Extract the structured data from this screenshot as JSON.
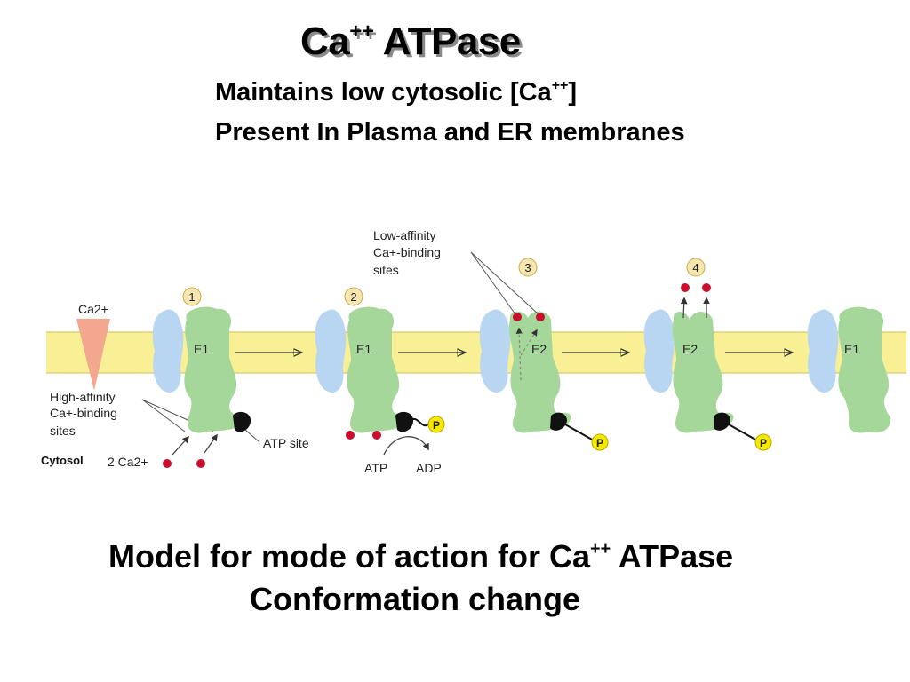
{
  "title": {
    "main": "Ca",
    "sup": "++",
    "rest": " ATPase"
  },
  "bullets": [
    {
      "pre": "Maintains low cytosolic [Ca",
      "sup": "++",
      "post": "]"
    },
    {
      "pre": "Present In Plasma and ER membranes",
      "sup": "",
      "post": ""
    }
  ],
  "diagram": {
    "labels": {
      "ca_top": "Ca2+",
      "high_affinity": [
        "High-affinity",
        "Ca+-binding",
        "sites"
      ],
      "low_affinity": [
        "Low-affinity",
        "Ca+-binding",
        "sites"
      ],
      "cytosol": "Cytosol",
      "two_ca": "2 Ca2+",
      "atp_site": "ATP site",
      "atp": "ATP",
      "adp": "ADP",
      "phosphate": "P"
    },
    "steps": [
      "1",
      "2",
      "3",
      "4"
    ],
    "states": [
      "E1",
      "E1",
      "E2",
      "E2",
      "E1"
    ],
    "colors": {
      "membrane": "#f9f095",
      "protein": "#a6d79a",
      "helix": "#b8d6f1",
      "calcium": "#c8102e",
      "phosphate": "#f5e900",
      "gradient": "#f4a78f",
      "step_circle": "#f6e7b2"
    }
  },
  "caption": [
    {
      "pre": "Model for mode of action for Ca",
      "sup": "++",
      "post": " ATPase"
    },
    {
      "pre": "Conformation change",
      "sup": "",
      "post": ""
    }
  ]
}
